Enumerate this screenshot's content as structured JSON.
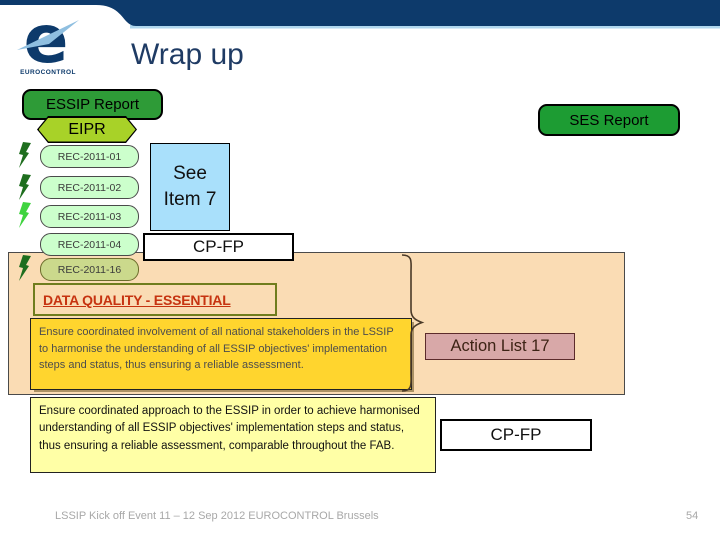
{
  "slide": {
    "title": "Wrap up"
  },
  "logo": {
    "brand": "EUROCONTROL"
  },
  "boxes": {
    "essip_report": "ESSIP Report",
    "eipr": "EIPR",
    "ses_report": "SES Report",
    "see_note_line1": "See",
    "see_note_line2": "Item 7",
    "cp_fp_top": "CP-FP",
    "cp_fp_bottom": "CP-FP",
    "data_quality": "DATA QUALITY - ESSENTIAL",
    "action_list": "Action List 17",
    "ensure_involvement": "Ensure coordinated involvement of all national stakeholders in the LSSIP to harmonise the understanding of all ESSIP objectives' implementation steps and status, thus ensuring a reliable assessment.",
    "ensure_approach": "Ensure coordinated approach to the ESSIP in order to achieve harmonised understanding of all ESSIP objectives' implementation steps and status, thus ensuring a reliable assessment, comparable throughout the FAB."
  },
  "rec_items": [
    {
      "label": "REC-2011-01",
      "bolt": "dark"
    },
    {
      "label": "REC-2011-02",
      "bolt": "dark"
    },
    {
      "label": "REC-2011-03",
      "bolt": "bright"
    },
    {
      "label": "REC-2011-04",
      "bolt": "none"
    },
    {
      "label": "REC-2011-16",
      "bolt": "dark"
    }
  ],
  "footer": {
    "event": "LSSIP Kick off Event 11 – 12 Sep 2012 EUROCONTROL Brussels",
    "page": "54"
  },
  "colors": {
    "header_navy": "#0D3A6B",
    "header_accent_line": "#AFD7EE",
    "title_navy": "#1F3B64",
    "report_green": "#2E9B37",
    "eipr_green": "#A8D228",
    "rec_pill_green": "#CCFFCC",
    "rec_pill_olive": "#CBD98C",
    "see_box_blue": "#A9E0FB",
    "panel_tan": "#FADCB4",
    "gold": "#FFD52E",
    "pale_yellow": "#FFFFA6",
    "action_pink": "#D8A8A8",
    "data_quality_red": "#C63310",
    "footer_gray": "#A8A8A8"
  }
}
